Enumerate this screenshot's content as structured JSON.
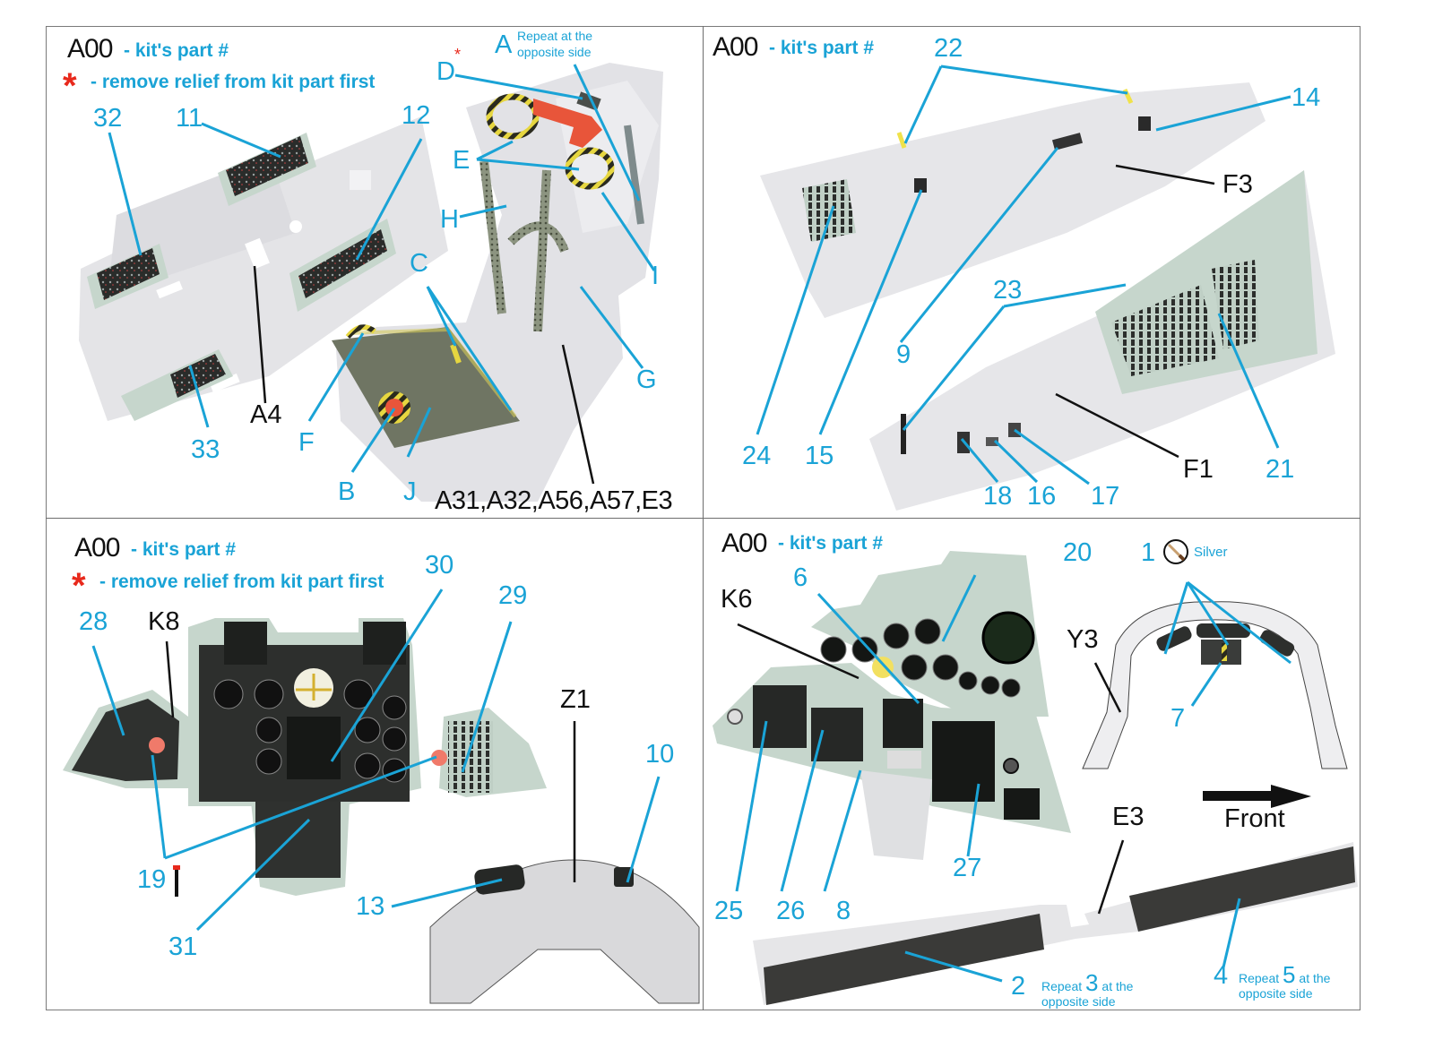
{
  "legend": {
    "code": "A00",
    "kit_part_text": "- kit's part #",
    "star_symbol": "*",
    "star_text": "- remove relief from kit part first"
  },
  "colors": {
    "callout_blue": "#1aa3d6",
    "callout_black": "#111111",
    "warning_red": "#e8291c",
    "panel_green_grey": "#c6d6cc",
    "kit_plastic": "#e6e6e8",
    "strap_yellow": "#e6d640",
    "seat_red": "#e8553a"
  },
  "panels": [
    {
      "id": "top-left",
      "subject": "side consoles and ejection seat",
      "callouts_blue": [
        "32",
        "11",
        "12",
        "33",
        "A",
        "D",
        "E",
        "H",
        "C",
        "I",
        "G",
        "F",
        "B",
        "J"
      ],
      "callouts_black": [
        "A4",
        "A31,A32,A56,A57,E3"
      ],
      "notes": [
        {
          "label": "A",
          "text": "Repeat at the opposite side"
        }
      ],
      "starred": [
        "D"
      ]
    },
    {
      "id": "top-right",
      "subject": "side walls",
      "callouts_blue": [
        "22",
        "14",
        "24",
        "15",
        "9",
        "23",
        "21",
        "18",
        "16",
        "17"
      ],
      "callouts_black": [
        "F3",
        "F1"
      ]
    },
    {
      "id": "bottom-left",
      "subject": "front instrument panel",
      "callouts_blue": [
        "28",
        "30",
        "29",
        "19",
        "31",
        "13",
        "10"
      ],
      "callouts_black": [
        "K8",
        "Z1"
      ]
    },
    {
      "id": "bottom-right",
      "subject": "rear instrument panel and canopy frame",
      "callouts_blue": [
        "6",
        "20",
        "1",
        "7",
        "25",
        "26",
        "8",
        "27",
        "2",
        "4"
      ],
      "callouts_black": [
        "K6",
        "Y3",
        "E3"
      ],
      "paint": {
        "label": "1",
        "color_name": "Silver",
        "icon": "paintbrush-icon"
      },
      "direction": {
        "label": "Front",
        "icon": "arrow-right-icon"
      },
      "notes": [
        {
          "label": "2",
          "prefix": "Repeat",
          "repeat": "3",
          "suffix": "at the",
          "line2": "opposite side"
        },
        {
          "label": "4",
          "prefix": "Repeat",
          "repeat": "5",
          "suffix": "at the",
          "line2": "opposite side"
        }
      ]
    }
  ],
  "tl": {
    "n32": "32",
    "n11": "11",
    "n12": "12",
    "n33": "33",
    "A4": "A4",
    "A": "A",
    "note_l1": "Repeat at the",
    "note_l2": "opposite side",
    "D": "D",
    "E": "E",
    "H": "H",
    "C": "C",
    "I": "I",
    "G": "G",
    "F": "F",
    "B": "B",
    "J": "J",
    "seat_parts": "A31,A32,A56,A57,E3"
  },
  "tr": {
    "n22": "22",
    "n14": "14",
    "F3": "F3",
    "n23": "23",
    "n9": "9",
    "n24": "24",
    "n15": "15",
    "F1": "F1",
    "n21": "21",
    "n18": "18",
    "n16": "16",
    "n17": "17"
  },
  "bl": {
    "n30": "30",
    "n29": "29",
    "n28": "28",
    "K8": "K8",
    "Z1": "Z1",
    "n10": "10",
    "n19": "19",
    "n13": "13",
    "n31": "31"
  },
  "br": {
    "n20": "20",
    "n6": "6",
    "K6": "K6",
    "n1": "1",
    "silver": "Silver",
    "Y3": "Y3",
    "n7": "7",
    "front": "Front",
    "E3": "E3",
    "n25": "25",
    "n26": "26",
    "n8": "8",
    "n27": "27",
    "n2": "2",
    "n4": "4",
    "rep": "Repeat",
    "r3": "3",
    "r5": "5",
    "atthe": "at the",
    "opp": "opposite side"
  }
}
